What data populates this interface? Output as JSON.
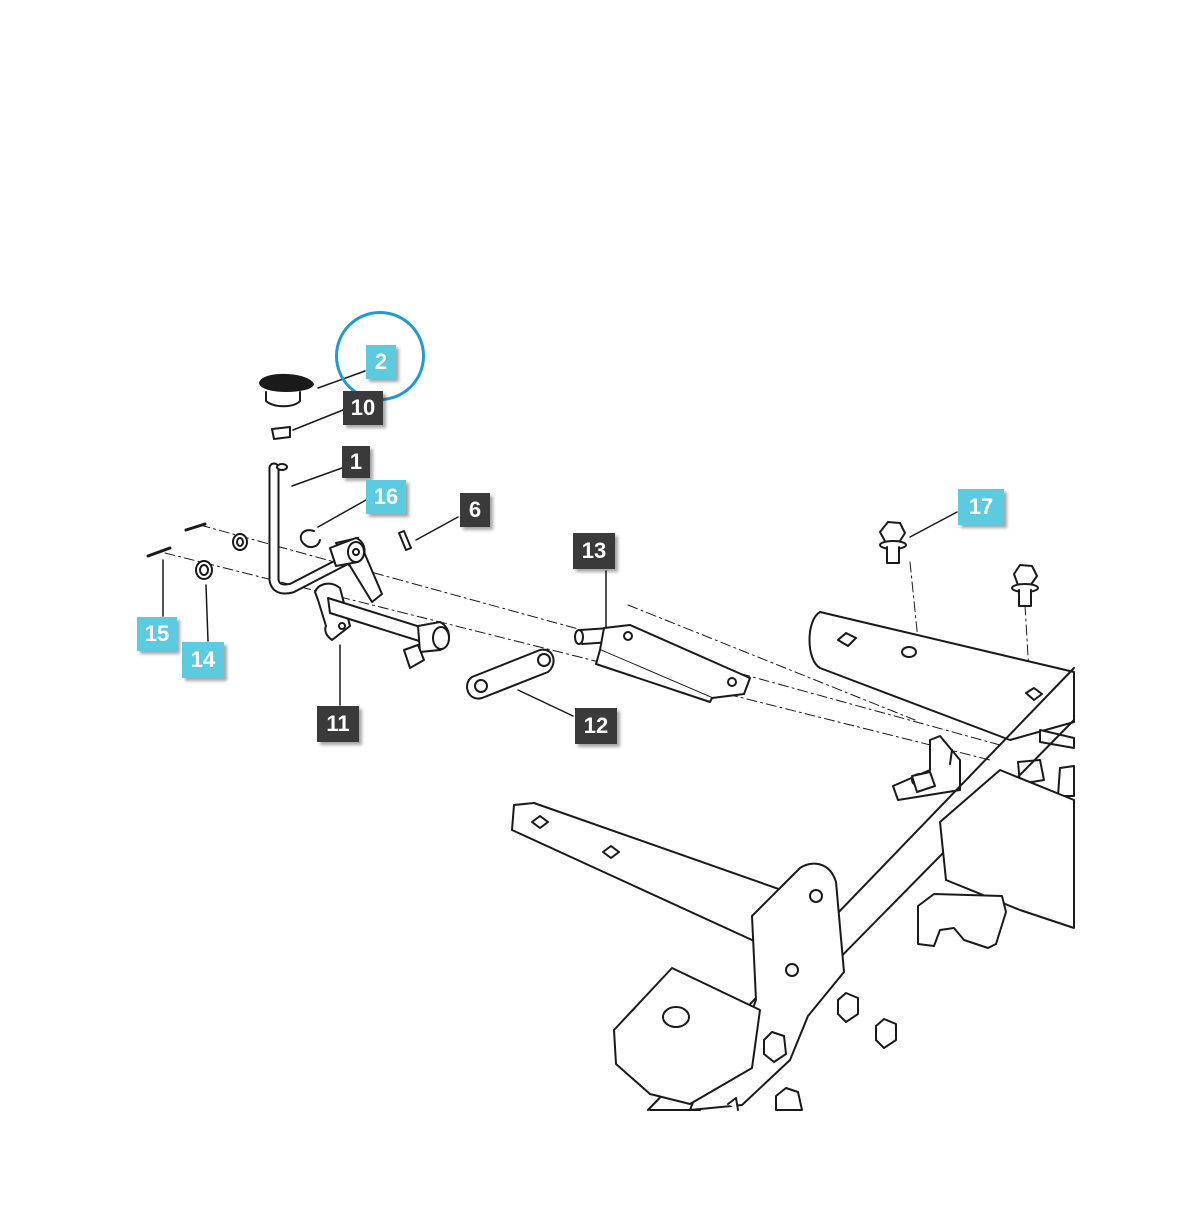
{
  "colors": {
    "line": "#1a1a1a",
    "callout_dark": "#3a3a3a",
    "callout_light": "#5ccbe0",
    "highlight": "#1e9ad6"
  },
  "callouts": {
    "p1": "1",
    "p2": "2",
    "p6": "6",
    "p10": "10",
    "p11": "11",
    "p12": "12",
    "p13": "13",
    "p14": "14",
    "p15": "15",
    "p16": "16",
    "p17": "17"
  },
  "highlighted_callout": "2"
}
